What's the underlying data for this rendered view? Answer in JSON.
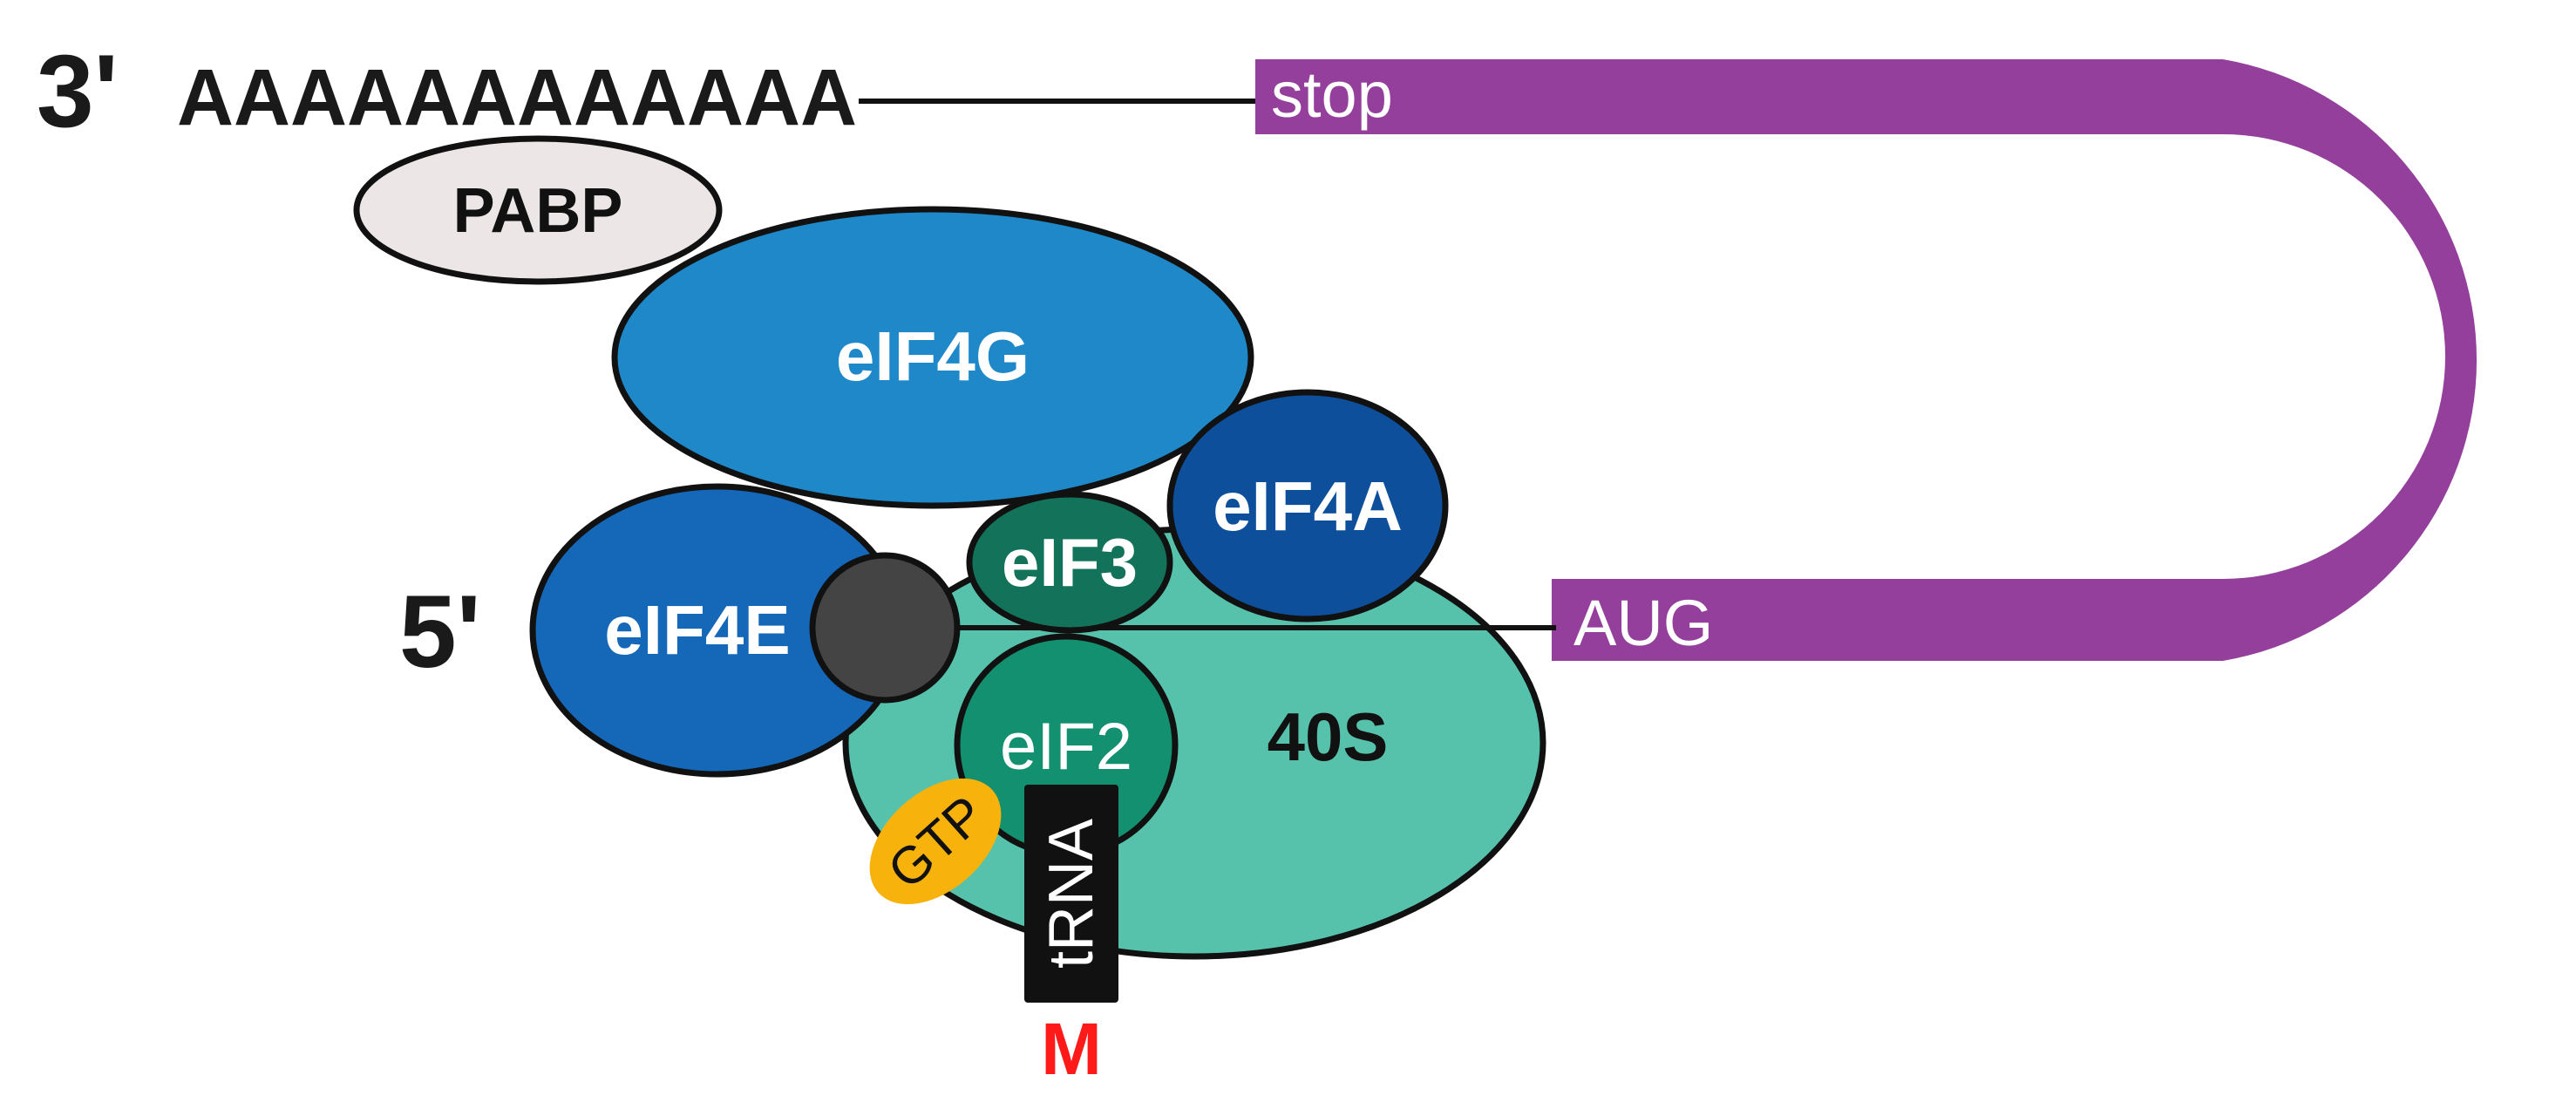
{
  "labels": {
    "three_prime": "3'",
    "five_prime": "5'",
    "poly_a": "AAAAAAAAAAAA",
    "stop": "stop",
    "aug": "AUG",
    "pabp": "PABP",
    "eif4g": "eIF4G",
    "eif4a": "eIF4A",
    "eif4e": "eIF4E",
    "eif3": "eIF3",
    "eif2": "eIF2",
    "s40": "40S",
    "gtp": "GTP",
    "trna": "tRNA",
    "amino_acid": "M"
  },
  "colors": {
    "mrna_loop": "#943f9b",
    "pabp": "#ede6e6",
    "eif4g": "#1e88c8",
    "eif4a": "#0d4f9a",
    "eif4e": "#1567b8",
    "eif3": "#12735a",
    "eif2": "#13906f",
    "s40": "#57c2ac",
    "cap": "#444444",
    "gtp": "#f7b20c",
    "trna": "#111111",
    "amino_acid": "#ff1a1a"
  }
}
